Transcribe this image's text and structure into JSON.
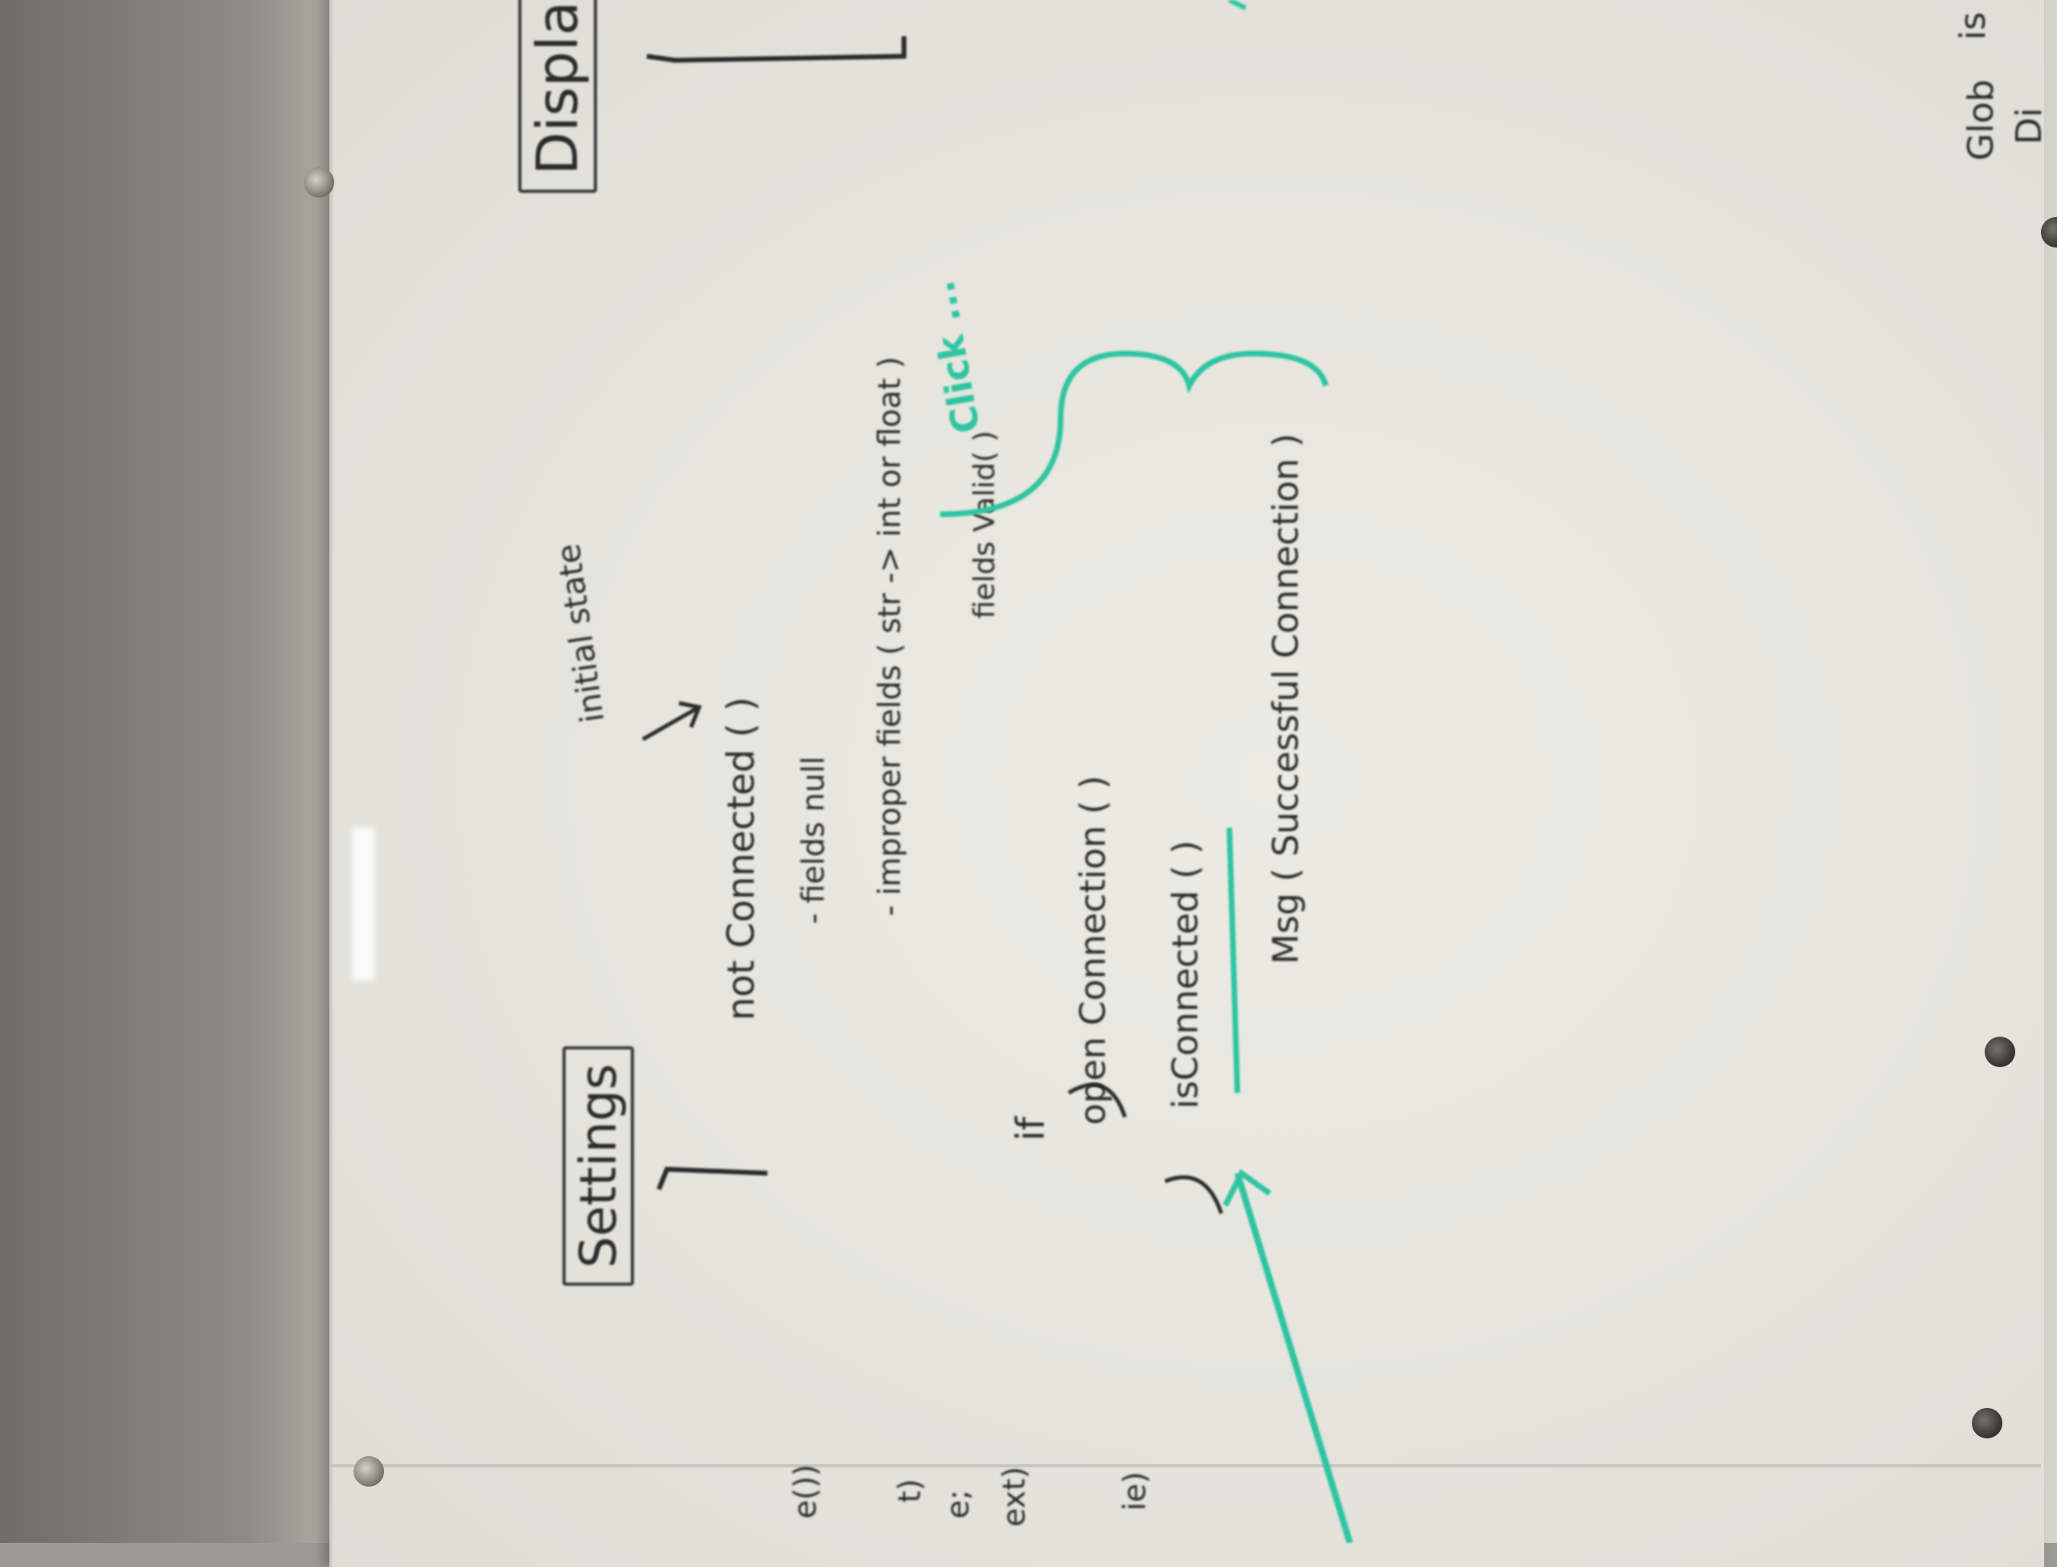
{
  "whiteboard": {
    "heading_settings": "Settings",
    "heading_display": "Displa",
    "initial_state": "initial state",
    "lines": [
      "not Connected ( )",
      "- fields  null",
      "- improper fields ( str -> int or float )",
      "fields Valid( )",
      "if",
      "open Connection ( )",
      "isConnected ( )",
      "Msg ( Successful Connection )"
    ],
    "green_note": "Click ...",
    "right_edge": [
      "Glob",
      "Di",
      "is"
    ],
    "left_edge": [
      "e())",
      "t)",
      "e;",
      "ext)",
      "ie)"
    ]
  },
  "colors": {
    "marker_black": "#2b2b2b",
    "marker_green": "#2ec4a1",
    "board": "#e8e8e1"
  }
}
